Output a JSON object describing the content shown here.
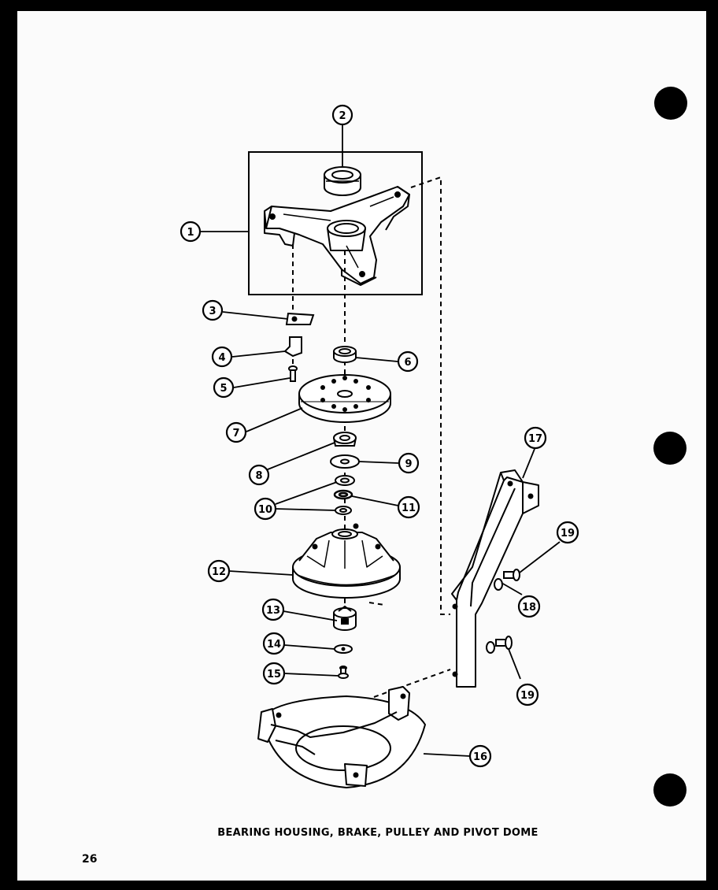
{
  "caption": "BEARING HOUSING, BRAKE, PULLEY AND PIVOT DOME",
  "page_number": "26",
  "callouts": [
    {
      "label": "1",
      "part": "bearing-housing"
    },
    {
      "label": "2",
      "part": "bearing"
    },
    {
      "label": "3",
      "part": "clip"
    },
    {
      "label": "4",
      "part": "bracket"
    },
    {
      "label": "5",
      "part": "screw"
    },
    {
      "label": "6",
      "part": "bearing"
    },
    {
      "label": "7",
      "part": "brake-pulley"
    },
    {
      "label": "8",
      "part": "nut"
    },
    {
      "label": "9",
      "part": "washer"
    },
    {
      "label": "10",
      "part": "washer"
    },
    {
      "label": "11",
      "part": "ring"
    },
    {
      "label": "12",
      "part": "brake-drum"
    },
    {
      "label": "13",
      "part": "coupling"
    },
    {
      "label": "14",
      "part": "washer"
    },
    {
      "label": "15",
      "part": "screw"
    },
    {
      "label": "16",
      "part": "pivot-dome"
    },
    {
      "label": "17",
      "part": "support-bracket"
    },
    {
      "label": "18",
      "part": "washer"
    },
    {
      "label": "19",
      "part": "bolt"
    }
  ]
}
